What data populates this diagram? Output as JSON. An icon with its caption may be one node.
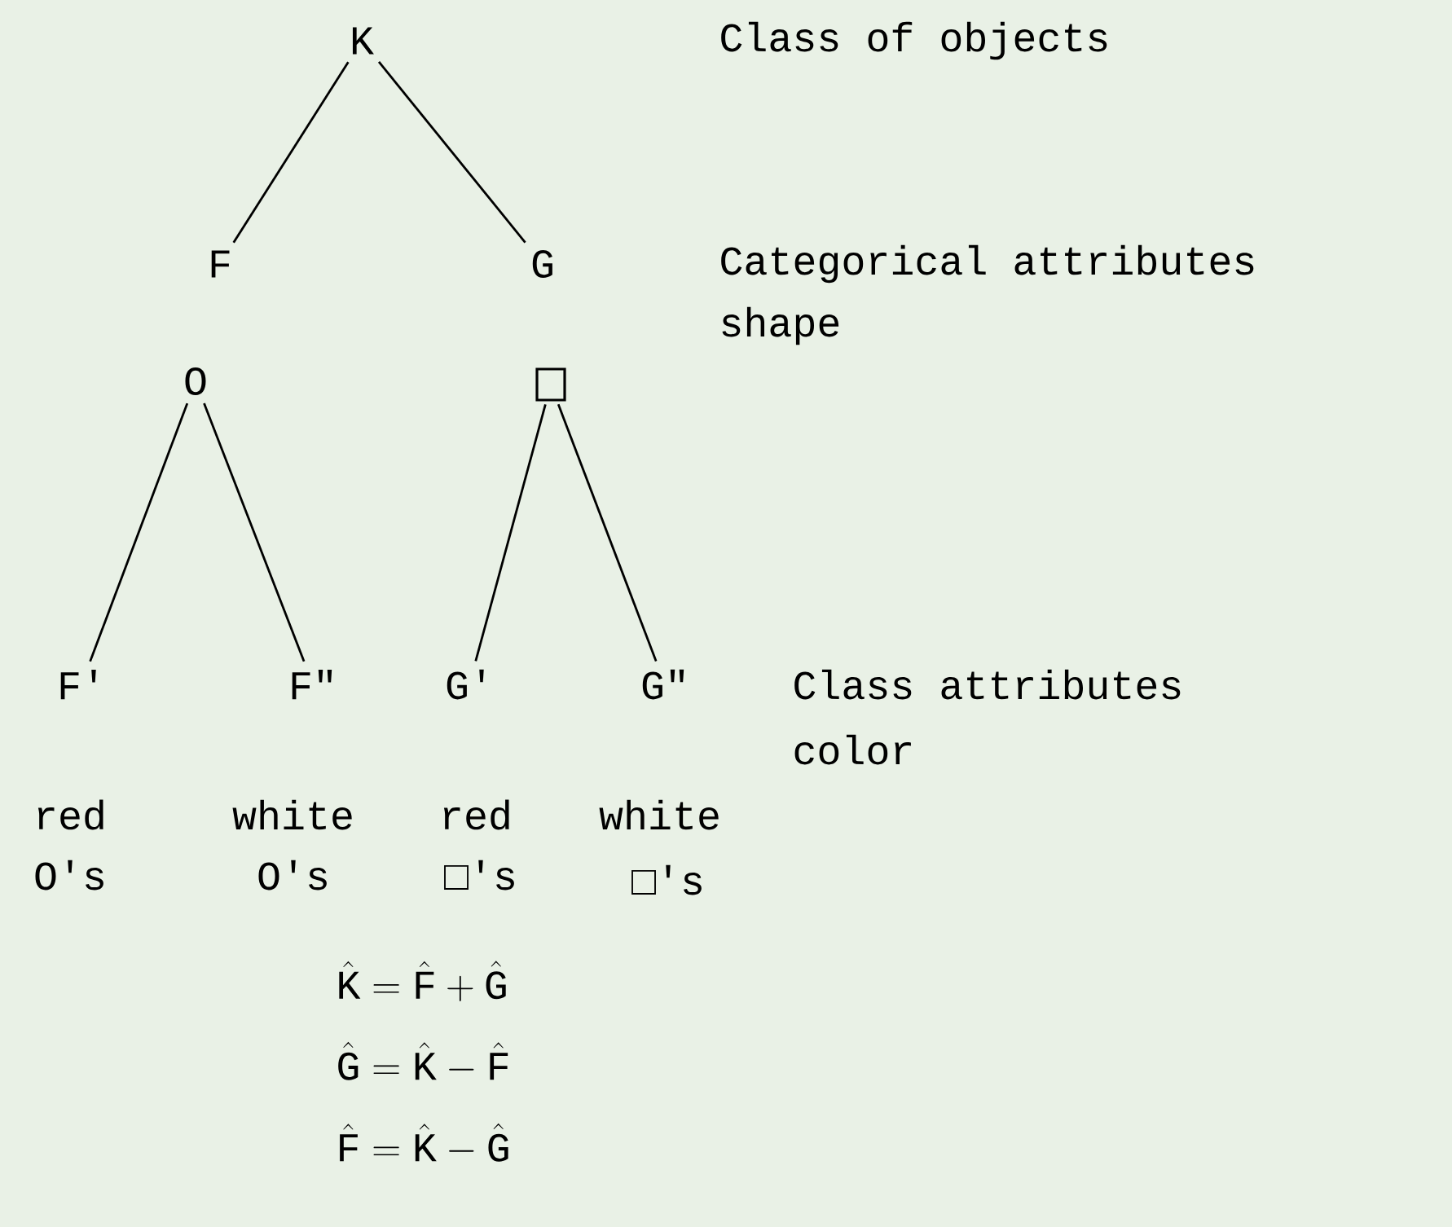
{
  "diagram": {
    "nodes": [
      {
        "text": [
          "K"
        ]
      },
      {
        "text": [
          "F"
        ]
      },
      {
        "text": [
          "G"
        ]
      },
      {
        "text": [
          "O"
        ]
      },
      {
        "text": [],
        "shape": "box"
      },
      {
        "text": [
          "F'"
        ]
      },
      {
        "text": [
          "F\""
        ]
      },
      {
        "text": [
          "G'"
        ]
      },
      {
        "text": [
          "G\""
        ]
      }
    ],
    "edges": [
      {
        "from": 0,
        "to": 1,
        "arrow": "none"
      },
      {
        "from": 0,
        "to": 2,
        "arrow": "none"
      },
      {
        "from": 3,
        "to": 5,
        "arrow": "none"
      },
      {
        "from": 3,
        "to": 6,
        "arrow": "none"
      },
      {
        "from": 4,
        "to": 7,
        "arrow": "none"
      },
      {
        "from": 4,
        "to": 8,
        "arrow": "none"
      }
    ],
    "labels": [
      "Class of objects",
      "Categorical attributes",
      "shape",
      "Class attributes",
      "color",
      "red",
      "white",
      "red",
      "white",
      "O's",
      "O's",
      "□'s",
      "□'s",
      "\\hat{\\mathrm{K}} = \\hat{\\mathrm{F}} + \\hat{\\mathrm{G}}",
      "\\hat{\\mathrm{G}} = \\hat{\\mathrm{K}} - \\hat{\\mathrm{F}}",
      "\\hat{\\mathrm{F}} = \\hat{\\mathrm{K}} - \\hat{\\mathrm{G}}"
    ]
  }
}
